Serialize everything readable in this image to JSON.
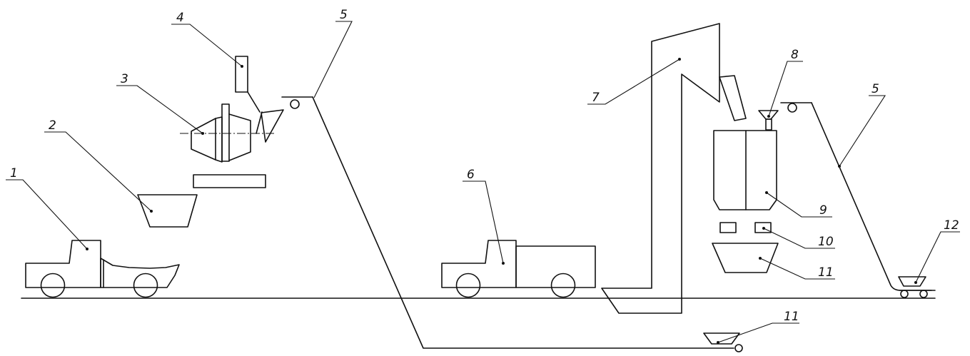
{
  "labels": {
    "l1": "1",
    "l2": "2",
    "l3": "3",
    "l4": "4",
    "l5a": "5",
    "l5b": "5",
    "l6": "6",
    "l7": "7",
    "l8": "8",
    "l9": "9",
    "l10": "10",
    "l11a": "11",
    "l11b": "11",
    "l12": "12"
  }
}
